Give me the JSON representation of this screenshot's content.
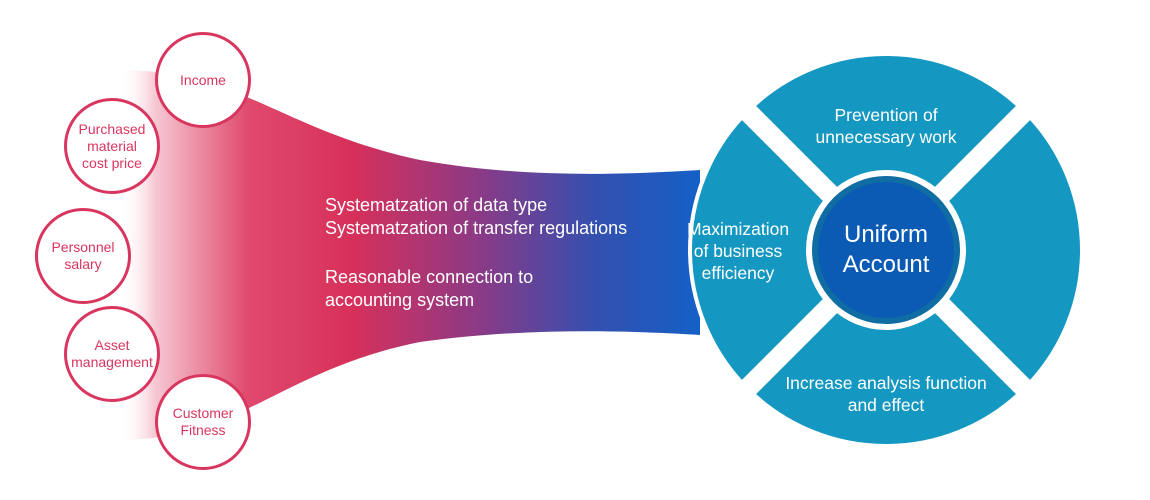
{
  "sources": [
    {
      "label": "Income"
    },
    {
      "label": "Purchased\nmaterial\ncost price"
    },
    {
      "label": "Personnel\nsalary"
    },
    {
      "label": "Asset\nmanagement"
    },
    {
      "label": "Customer\nFitness"
    }
  ],
  "funnel": {
    "lines": [
      "Systematzation of data type",
      "Systematzation of transfer regulations",
      "Reasonable connection to",
      "accounting system"
    ]
  },
  "wheel": {
    "center": "Uniform\nAccount",
    "top": "Prevention of\nunnecessary work",
    "left": "Maximization\nof business\nefficiency",
    "bottom": "Increase analysis function\nand effect",
    "right": ""
  },
  "colors": {
    "accent_pink": "#d9365f",
    "teal": "#1497c0",
    "center_ring": "#0f6da3",
    "center_fill": "#0b5bb5",
    "funnel_blue": "#1460c6"
  }
}
